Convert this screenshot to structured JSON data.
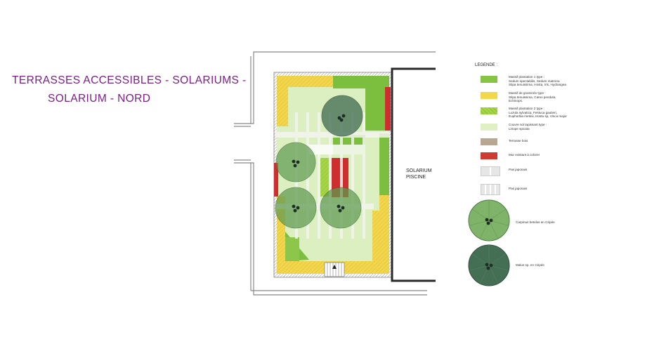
{
  "title": {
    "line1": "TERRASSES ACCESSIBLES - SOLARIUMS -",
    "line2": "SOLARIUM - NORD"
  },
  "plan": {
    "pool_label_line1": "SOLARIUM",
    "pool_label_line2": "PISCINE"
  },
  "legend": {
    "heading": "LEGENDE :",
    "items": [
      {
        "lines": [
          "Massif plantation 1 type :",
          "Sedum spectabilis, Sedum matrona",
          "Stipa tenuissima, Hosta, Iris, Hydrangea"
        ],
        "swatch": "#86c444"
      },
      {
        "lines": [
          "Massif de graminée type :",
          "Stipa tenuissima, Carex pendula,",
          "Echinops."
        ],
        "swatch": "#f2d64b"
      },
      {
        "lines": [
          "Massif plantation 2 type :",
          "Luzula sylvatica, Festuca gautieri,",
          "Euphorbia metinii, Hosta sp, Vinca major"
        ],
        "swatch": "#a6d447"
      },
      {
        "lines": [
          "Couvre sol tapissant type :",
          "Liriope spicata"
        ],
        "swatch": "#dff0c4"
      },
      {
        "lines": [
          "Terrasse bois"
        ],
        "swatch": "#b8a692"
      },
      {
        "lines": [
          "Mur existant à colorer"
        ],
        "swatch": "#cf3a34"
      },
      {
        "lines": [
          "Pas japonais"
        ],
        "swatch": "#e6e6e6"
      },
      {
        "lines": [
          "Pas japonais"
        ],
        "swatch": "#e6e6e6"
      },
      {
        "lines": [
          "Carpinus betulus en Cépée"
        ],
        "swatch": "#7fb36a"
      },
      {
        "lines": [
          "Malus sp. en Cépée"
        ],
        "swatch": "#456f55"
      }
    ]
  },
  "colors": {
    "title": "#7a1f86",
    "green_massif": "#7cbf3f",
    "yellow_massif": "#f0d34a",
    "ground_cover": "#dcefc0",
    "wall_red": "#cf2e2e",
    "tree_light": "#7fb36a",
    "tree_dark": "#456f55"
  }
}
